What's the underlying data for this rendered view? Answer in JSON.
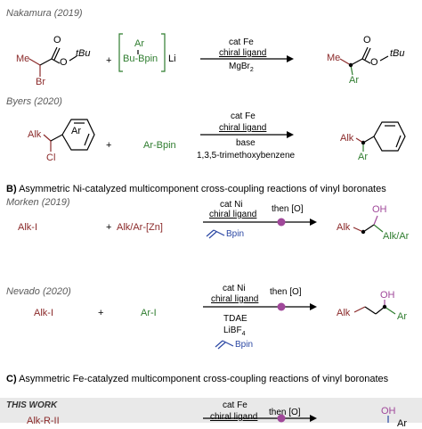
{
  "section_a": {
    "entry1": {
      "author": "Nakamura (2019)",
      "substrate": {
        "me": "Me",
        "o_carbonyl": "O",
        "o_ester": "O",
        "tbu": "tBu",
        "br": "Br"
      },
      "plus": "+",
      "reagent": {
        "ar": "Ar",
        "bu_bpin": "Bu-Bpin",
        "li": "Li"
      },
      "conditions": [
        "cat Fe",
        "chiral ligand",
        "MgBr"
      ],
      "cond_sub": "2",
      "product": {
        "me": "Me",
        "o_carbonyl": "O",
        "o_ester": "O",
        "tbu": "tBu",
        "ar": "Ar"
      }
    },
    "entry2": {
      "author": "Byers (2020)",
      "substrate": {
        "alk": "Alk",
        "ar": "Ar",
        "cl": "Cl"
      },
      "plus": "+",
      "reagent": "Ar-Bpin",
      "conditions": [
        "cat Fe",
        "chiral ligand",
        "base",
        "1,3,5-trimethoxybenzene"
      ],
      "product": {
        "alk": "Alk",
        "ar": "Ar"
      }
    }
  },
  "section_b": {
    "label": "B)",
    "title": "Asymmetric Ni-catalyzed multicomponent cross-coupling reactions of vinyl boronates",
    "entry1": {
      "author": "Morken (2019)",
      "reagent1": "Alk-I",
      "plus": "+",
      "reagent2": "Alk/Ar-[Zn]",
      "conditions": [
        "cat Ni",
        "chiral ligand"
      ],
      "then": "then [O]",
      "vinyl": "Bpin",
      "product": {
        "oh": "OH",
        "alk": "Alk",
        "alk_ar": "Alk/Ar"
      }
    },
    "entry2": {
      "author": "Nevado (2020)",
      "reagent1": "Alk-I",
      "plus": "+",
      "reagent2": "Ar-I",
      "conditions": [
        "cat Ni",
        "chiral ligand",
        "TDAE",
        "LiBF"
      ],
      "cond_sub": "4",
      "then": "then [O]",
      "vinyl": "Bpin",
      "product": {
        "oh": "OH",
        "alk": "Alk",
        "ar": "Ar"
      }
    }
  },
  "section_c": {
    "label": "C)",
    "title": "Asymmetric Fe-catalyzed multicomponent cross-coupling reactions of vinyl boronates",
    "panel": {
      "label": "THIS WORK",
      "conditions": [
        "cat Fe",
        "chiral ligand"
      ],
      "then": "then [O]",
      "reagent1": "Alk-R-II",
      "product_oh": "OH",
      "product_ar": "Ar"
    }
  },
  "colors": {
    "red": "#8b2a2a",
    "green": "#2f7d2f",
    "blue": "#2b47a3",
    "purple": "#a0489a",
    "panel": "#e9e9e9"
  }
}
